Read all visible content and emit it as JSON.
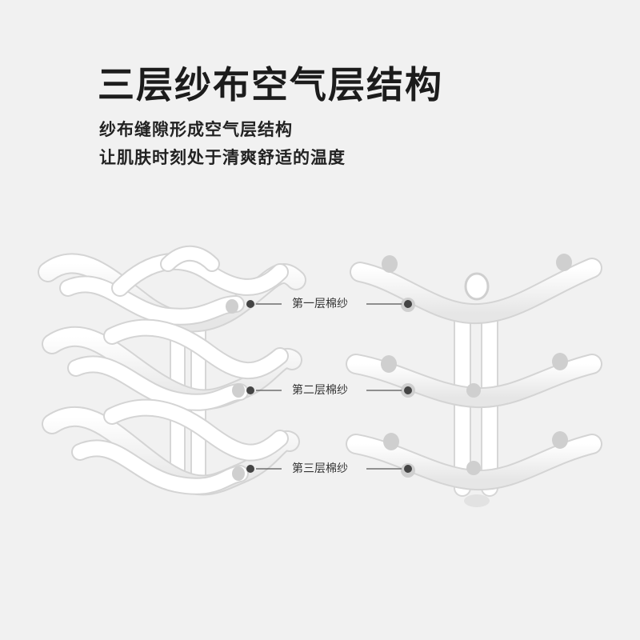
{
  "heading": {
    "title": "三层纱布空气层结构",
    "subtitle_line1": "纱布缝隙形成空气层结构",
    "subtitle_line2": "让肌肤时刻处于清爽舒适的温度"
  },
  "layers": [
    {
      "label": "第一层棉纱"
    },
    {
      "label": "第二层棉纱"
    },
    {
      "label": "第三层棉纱"
    }
  ],
  "colors": {
    "background": "#f1f1f1",
    "fiber": "#ffffff",
    "fiber_shadow": "#d4d4d4",
    "fiber_end": "#cfcfcf",
    "leader_line": "#555555",
    "dot": "#444444",
    "text": "#1c1c1c"
  }
}
